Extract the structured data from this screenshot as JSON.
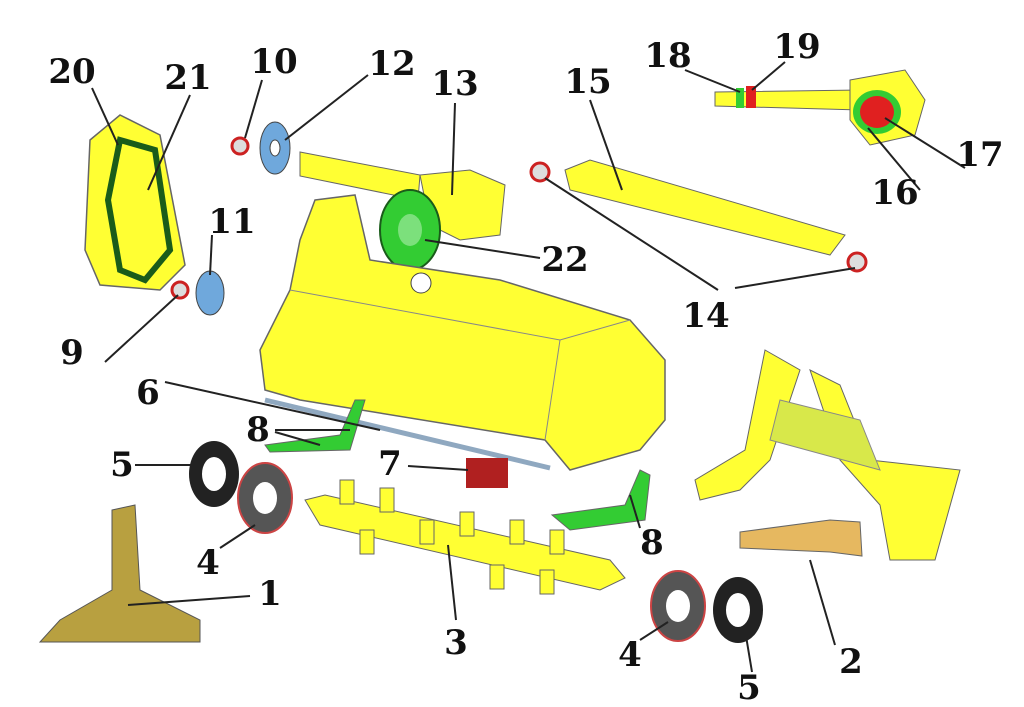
{
  "diagram": {
    "type": "exploded-parts-diagram",
    "labels": [
      {
        "id": "20",
        "text": "20"
      },
      {
        "id": "21",
        "text": "21"
      },
      {
        "id": "10",
        "text": "10"
      },
      {
        "id": "12",
        "text": "12"
      },
      {
        "id": "13",
        "text": "13"
      },
      {
        "id": "15",
        "text": "15"
      },
      {
        "id": "18",
        "text": "18"
      },
      {
        "id": "19",
        "text": "19"
      },
      {
        "id": "17",
        "text": "17"
      },
      {
        "id": "16",
        "text": "16"
      },
      {
        "id": "11",
        "text": "11"
      },
      {
        "id": "22",
        "text": "22"
      },
      {
        "id": "14",
        "text": "14"
      },
      {
        "id": "9",
        "text": "9"
      },
      {
        "id": "6",
        "text": "6"
      },
      {
        "id": "8a",
        "text": "8"
      },
      {
        "id": "5a",
        "text": "5"
      },
      {
        "id": "7",
        "text": "7"
      },
      {
        "id": "4a",
        "text": "4"
      },
      {
        "id": "1",
        "text": "1"
      },
      {
        "id": "3",
        "text": "3"
      },
      {
        "id": "8b",
        "text": "8"
      },
      {
        "id": "4b",
        "text": "4"
      },
      {
        "id": "5b",
        "text": "5"
      },
      {
        "id": "2",
        "text": "2"
      }
    ],
    "colors": {
      "body": "#ffff33",
      "outline": "#555555",
      "green": "#33cc33",
      "dark_green": "#1a5c1a",
      "red": "#e02020",
      "blue": "#6fa8dc",
      "plate": "#b02020",
      "rod": "#8fa8c0"
    }
  }
}
